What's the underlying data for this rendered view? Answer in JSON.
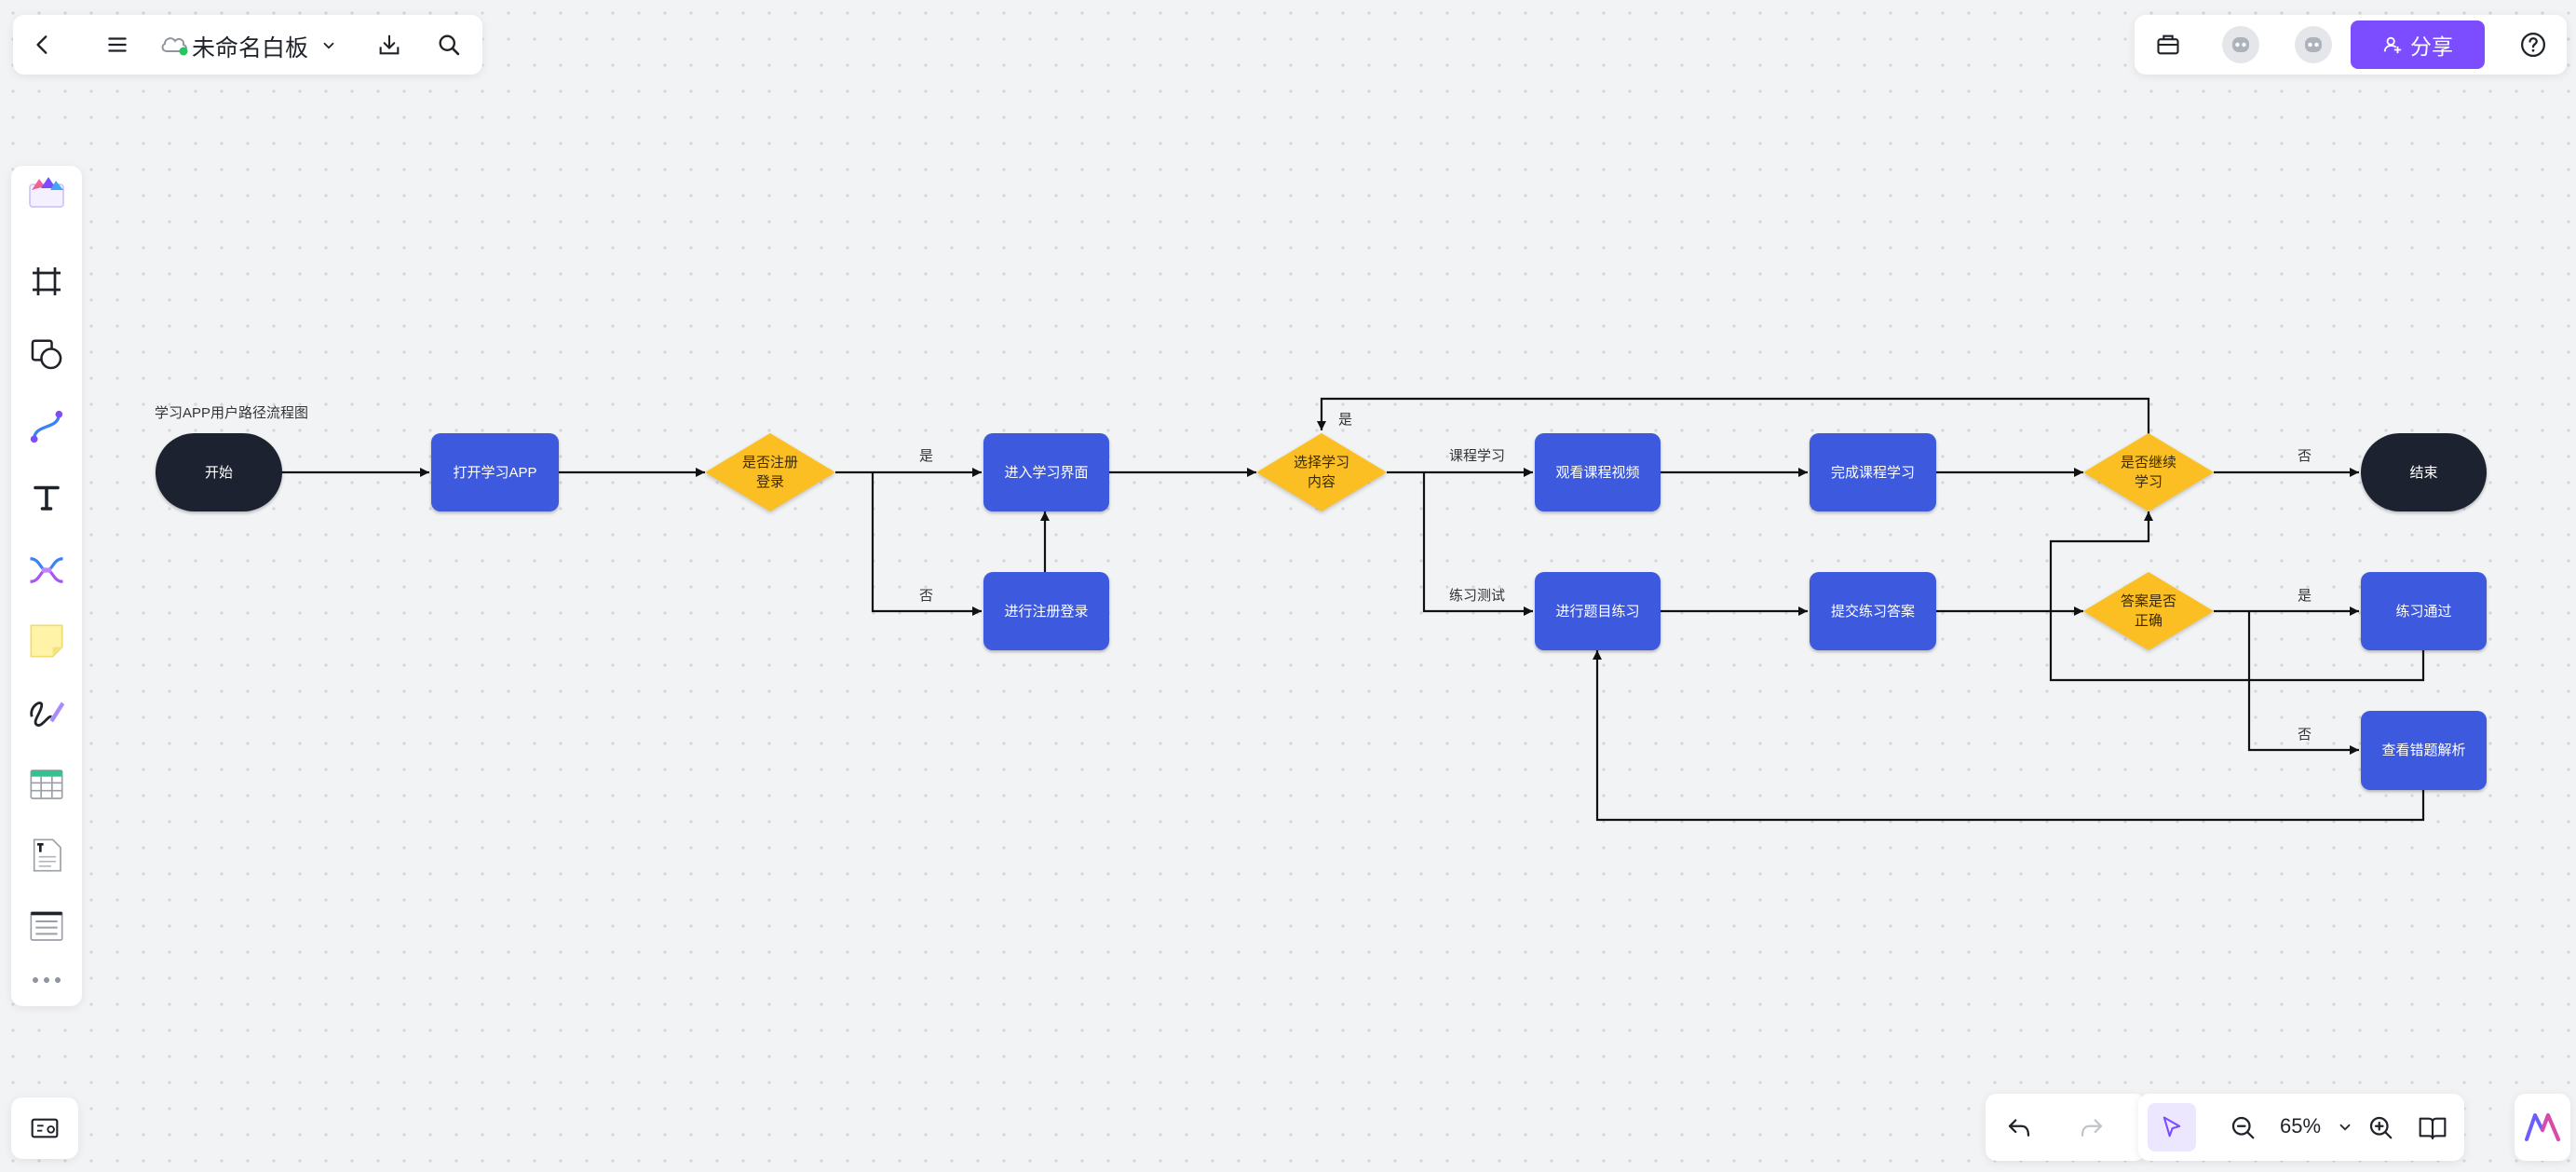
{
  "topbar": {
    "title": "未命名白板"
  },
  "topbar_right": {
    "share_label": "分享"
  },
  "zoom": {
    "level": "65%"
  },
  "colors": {
    "accent": "#7b4dff",
    "process": "#3d5adf",
    "terminal": "#1c2230",
    "decision": "#fbbf24",
    "cloud_status": "#22c55e"
  },
  "icons": {
    "toolbar": [
      "templates-icon",
      "frame-icon",
      "shape-icon",
      "connector-icon",
      "text-icon",
      "mindmap-icon",
      "sticky-note-icon",
      "pen-icon",
      "table-icon",
      "document-icon",
      "list-icon",
      "more-icon"
    ]
  },
  "flowchart": {
    "title": "学习APP用户路径流程图",
    "nodes": {
      "start": "开始",
      "open_app": "打开学习APP",
      "is_registered": "是否注册\n登录",
      "enter_ui": "进入学习界面",
      "register": "进行注册登录",
      "choose_content": "选择学习\n内容",
      "watch_video": "观看课程视频",
      "finish_course": "完成课程学习",
      "continue": "是否继续\n学习",
      "end": "结束",
      "practice": "进行题目练习",
      "submit": "提交练习答案",
      "is_correct": "答案是否\n正确",
      "passed": "练习通过",
      "review": "查看错题解析"
    },
    "edge_labels": {
      "yes_registered": "是",
      "no_registered": "否",
      "course_study": "课程学习",
      "practice_test": "练习测试",
      "yes_continue": "是",
      "no_continue": "否",
      "yes_correct": "是",
      "no_correct": "否"
    }
  }
}
